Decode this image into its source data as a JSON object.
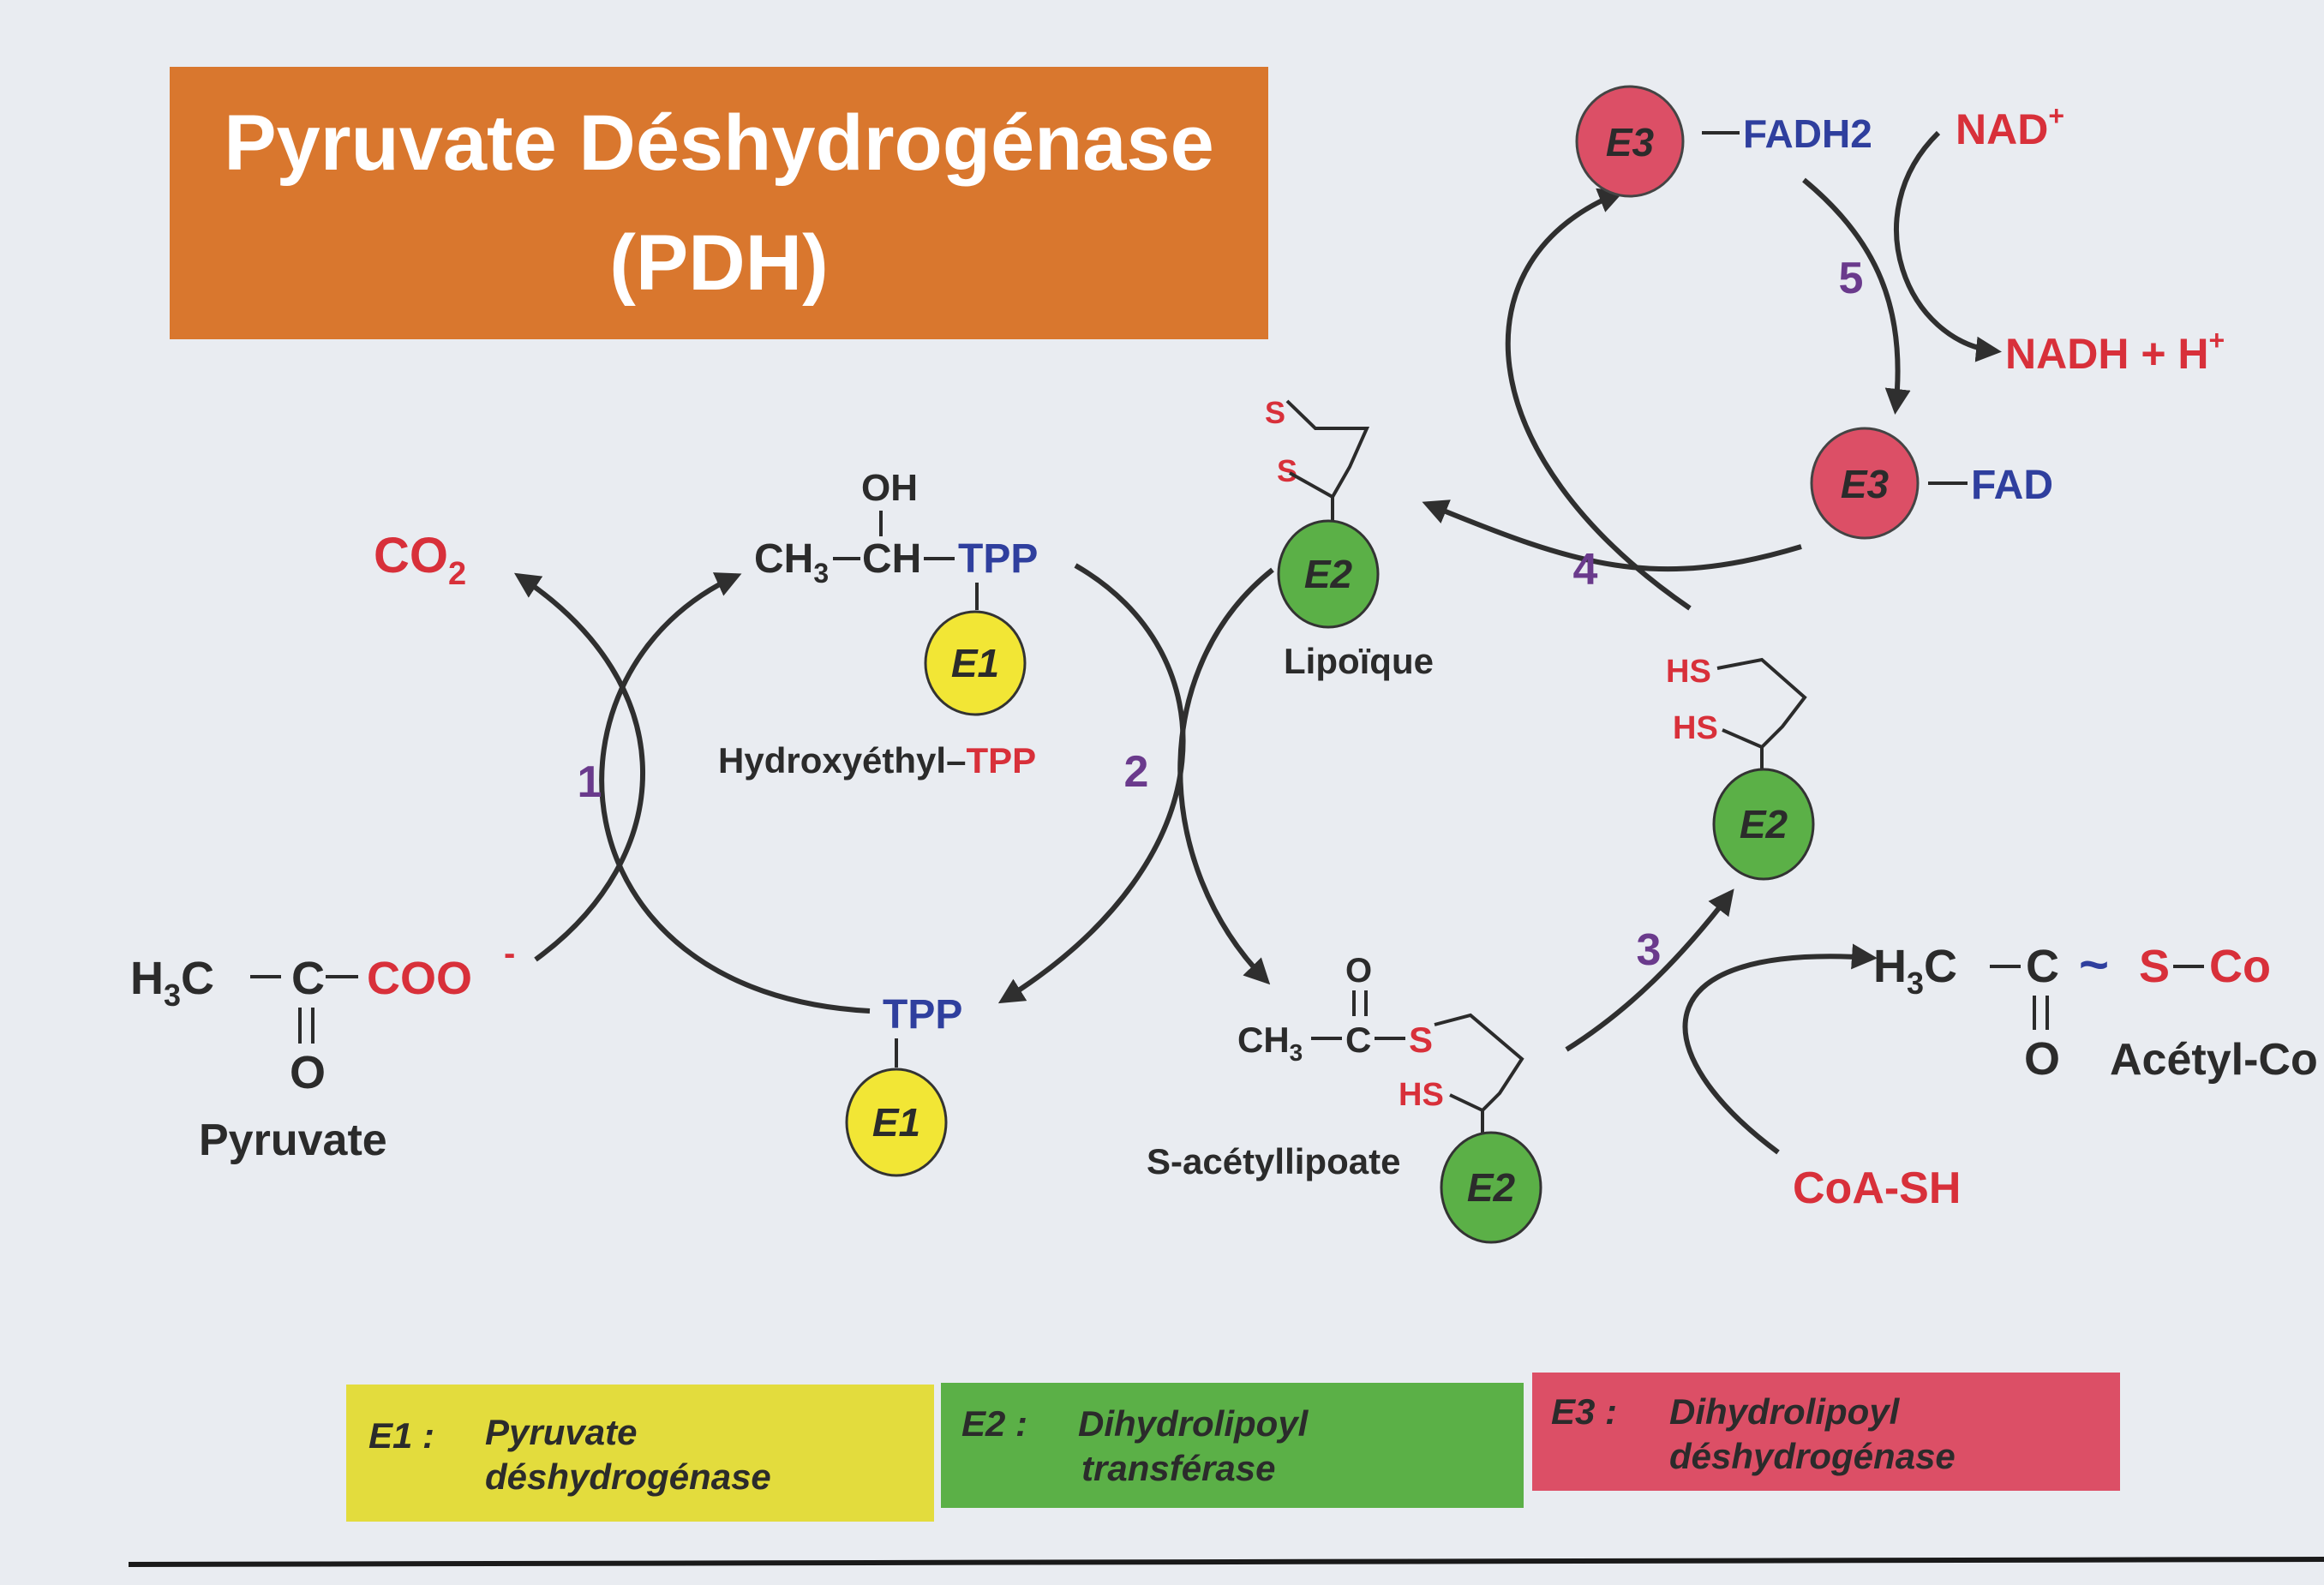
{
  "title": {
    "line1": "Pyruvate Déshydrogénase",
    "line2": "(PDH)"
  },
  "enzymes": {
    "e1": "E1",
    "e2": "E2",
    "e3": "E3"
  },
  "steps": [
    "1",
    "2",
    "3",
    "4",
    "5"
  ],
  "pyruvate": {
    "name": "Pyruvate",
    "h3c": "H",
    "h3c_sub": "3",
    "h3c_c": "C",
    "c": "C",
    "coo": "COO",
    "charge": "-",
    "o": "O"
  },
  "co2": {
    "co": "CO",
    "sub": "2"
  },
  "hydroxyethyl": {
    "oh": "OH",
    "ch3": "CH",
    "ch3_sub": "3",
    "ch": "CH",
    "tpp": "TPP",
    "name_a": "Hydroxyéthyl–",
    "name_b": "TPP"
  },
  "tpp_free": "TPP",
  "lipoique": {
    "s1": "S",
    "s2": "S",
    "name": "Lipoïque"
  },
  "acetyllipoate": {
    "o": "O",
    "ch3": "CH",
    "ch3_sub": "3",
    "c": "C",
    "s": "S",
    "hs": "HS",
    "name": "S-acétyllipoate"
  },
  "dihydro": {
    "hs1": "HS",
    "hs2": "HS"
  },
  "acetylcoa": {
    "h3c": "H",
    "h3c_sub": "3",
    "h3c_c": "C",
    "c": "C",
    "tilde": "~",
    "s": "S",
    "co": "Co",
    "o": "O",
    "name": "Acétyl-Co"
  },
  "coash": "CoA-SH",
  "fadh2": "FADH2",
  "fad": "FAD",
  "nad": {
    "text": "NAD",
    "sup": "+"
  },
  "nadh": {
    "text": "NADH + H",
    "sup": "+"
  },
  "legend": [
    {
      "key": "E1 :",
      "line1": "Pyruvate",
      "line2": "déshydrogénase",
      "color": "#e3dc3d"
    },
    {
      "key": "E2 :",
      "line1": "Dihydrolipoyl",
      "line2": "transférase",
      "color": "#5bb047"
    },
    {
      "key": "E3 :",
      "line1": "Dihydrolipoyl",
      "line2": "déshydrogénase",
      "color": "#dc4f66"
    }
  ],
  "colors": {
    "title_bg": "#d9772e",
    "e1": "#f2e635",
    "e2": "#5bb047",
    "e3": "#dc4f66",
    "red_text": "#d8303a",
    "blue_text": "#2f3f9e"
  }
}
